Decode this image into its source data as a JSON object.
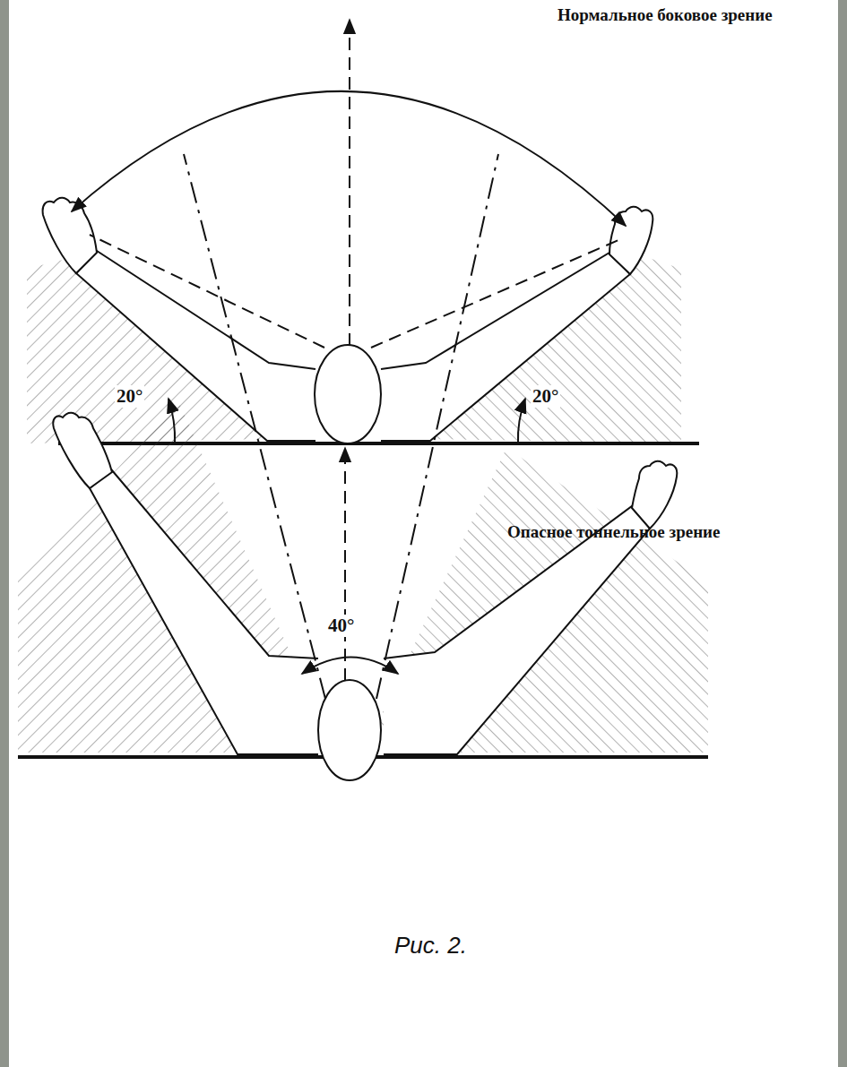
{
  "diagram": {
    "caption": "Рис. 2.",
    "labels": [
      "Нормальное боковое зрение",
      "20°",
      "20°",
      "Опасное тоннельное зрение",
      "40°"
    ]
  }
}
